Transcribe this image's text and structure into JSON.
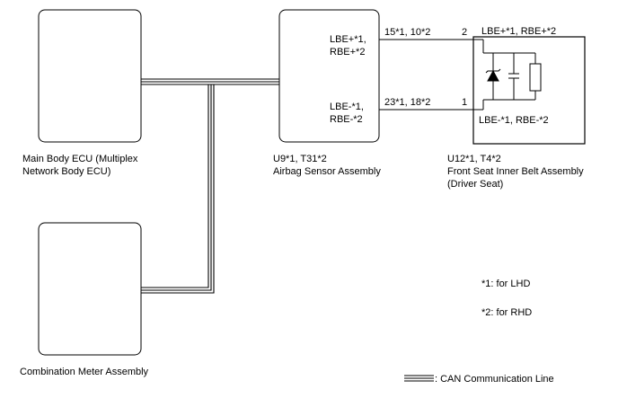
{
  "components": {
    "main_body_ecu": {
      "label_line1": "Main Body ECU (Multiplex",
      "label_line2": "Network Body ECU)"
    },
    "combination_meter": {
      "label": "Combination Meter Assembly"
    },
    "airbag_sensor": {
      "id": "U9*1, T31*2",
      "label": "Airbag Sensor Assembly",
      "pin_upper_line1": "LBE+*1,",
      "pin_upper_line2": "RBE+*2",
      "pin_lower_line1": "LBE-*1,",
      "pin_lower_line2": "RBE-*2"
    },
    "front_seat_belt": {
      "id": "U12*1, T4*2",
      "label_line1": "Front Seat Inner Belt Assembly",
      "label_line2": "(Driver Seat)",
      "terminal_upper": "LBE+*1, RBE+*2",
      "terminal_lower": "LBE-*1, RBE-*2"
    }
  },
  "wires": {
    "upper": {
      "sensor_pins": "15*1, 10*2",
      "belt_pin": "2"
    },
    "lower": {
      "sensor_pins": "23*1, 18*2",
      "belt_pin": "1"
    }
  },
  "notes": {
    "lhd": "*1: for LHD",
    "rhd": "*2: for RHD"
  },
  "legend": {
    "can_line": ": CAN Communication Line"
  }
}
